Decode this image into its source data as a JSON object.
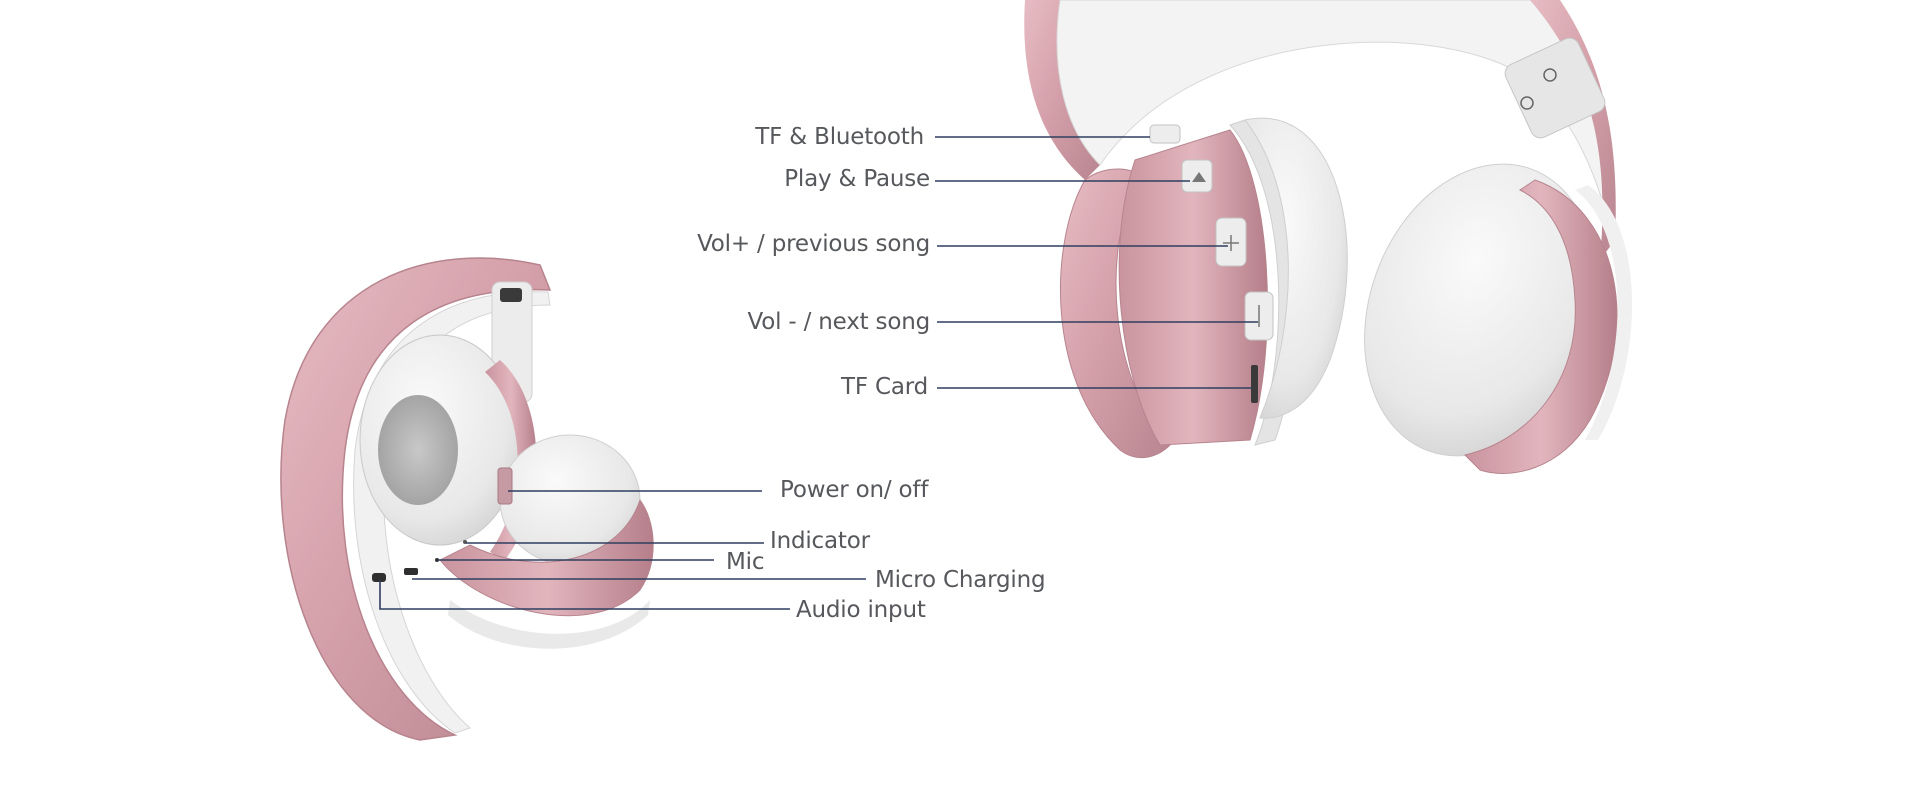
{
  "colors": {
    "accent_rose": "#d6a3ac",
    "rose_dark": "#b67e89",
    "cushion_white": "#eeeeee",
    "leader_line": "#2e3f60",
    "label_text": "#56585c"
  },
  "labels": {
    "tf_bluetooth": "TF & Bluetooth",
    "play_pause": "Play & Pause",
    "vol_up": "Vol+ / previous song",
    "vol_down": "Vol - / next song",
    "tf_card": "TF Card",
    "power": "Power on/ off",
    "indicator": "Indicator",
    "mic": "Mic",
    "micro_charging": "Micro Charging",
    "audio_input": "Audio input"
  },
  "icons": {
    "tf_bluetooth_button": "bluetooth-button-icon",
    "play_pause_button": "play-pause-button-icon",
    "vol_up_button": "plus-button-icon",
    "vol_down_button": "minus-button-icon",
    "tf_card_slot": "tf-card-slot-icon"
  }
}
